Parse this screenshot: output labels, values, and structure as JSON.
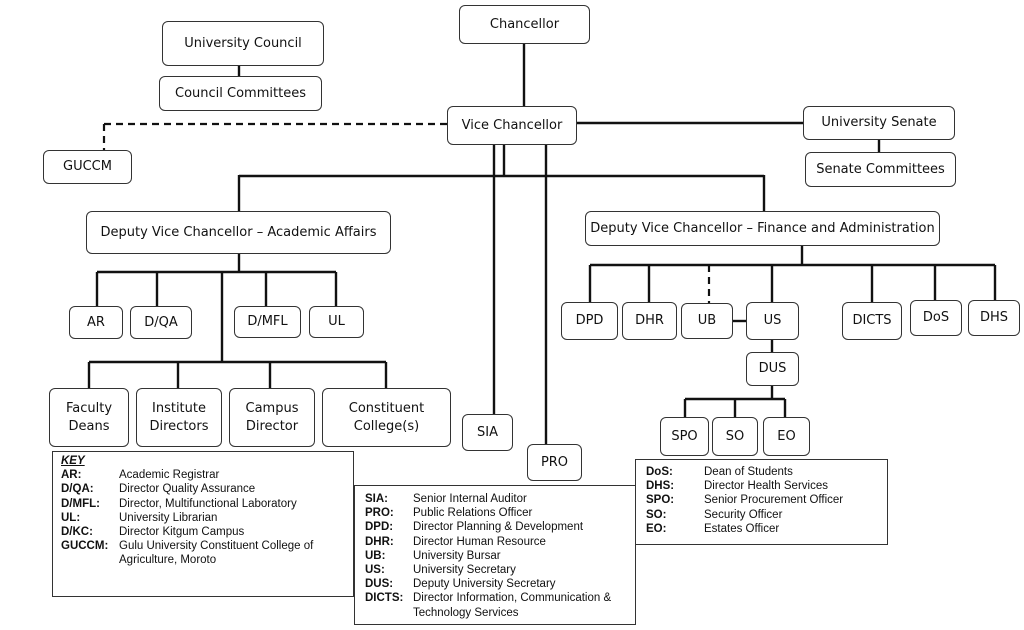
{
  "nodes": {
    "chancellor": "Chancellor",
    "university_council": "University Council",
    "council_committees": "Council Committees",
    "vice_chancellor": "Vice Chancellor",
    "university_senate": "University Senate",
    "senate_committees": "Senate Committees",
    "guccm": "GUCCM",
    "dvc_academic": "Deputy Vice Chancellor – Academic Affairs",
    "dvc_finance": "Deputy Vice Chancellor – Finance and Administration",
    "ar": "AR",
    "dqa": "D/QA",
    "dmfl": "D/MFL",
    "ul": "UL",
    "faculty_deans": "Faculty\nDeans",
    "institute_directors": "Institute\nDirectors",
    "campus_director": "Campus\nDirector",
    "constituent_colleges": "Constituent\nCollege(s)",
    "sia": "SIA",
    "pro": "PRO",
    "dpd": "DPD",
    "dhr": "DHR",
    "ub": "UB",
    "us": "US",
    "dicts": "DICTS",
    "dos": "DoS",
    "dhs": "DHS",
    "dus": "DUS",
    "spo": "SPO",
    "so": "SO",
    "eo": "EO"
  },
  "key": {
    "title": "KEY",
    "left": [
      {
        "abbr": "AR:",
        "desc": "Academic Registrar"
      },
      {
        "abbr": "D/QA:",
        "desc": "Director Quality Assurance"
      },
      {
        "abbr": "D/MFL:",
        "desc": "Director, Multifunctional Laboratory"
      },
      {
        "abbr": "UL:",
        "desc": "University Librarian"
      },
      {
        "abbr": "D/KC:",
        "desc": "Director Kitgum Campus"
      },
      {
        "abbr": "GUCCM:",
        "desc": "Gulu University Constituent College of Agriculture, Moroto"
      }
    ],
    "middle": [
      {
        "abbr": "SIA:",
        "desc": "Senior Internal Auditor"
      },
      {
        "abbr": "PRO:",
        "desc": "Public Relations Officer"
      },
      {
        "abbr": "DPD:",
        "desc": "Director Planning & Development"
      },
      {
        "abbr": "DHR:",
        "desc": "Director Human Resource"
      },
      {
        "abbr": "UB:",
        "desc": "University Bursar"
      },
      {
        "abbr": "US:",
        "desc": "University Secretary"
      },
      {
        "abbr": "DUS:",
        "desc": "Deputy University Secretary"
      },
      {
        "abbr": "DICTS:",
        "desc": "Director Information, Communication & Technology Services"
      }
    ],
    "right": [
      {
        "abbr": "DoS:",
        "desc": "Dean of Students"
      },
      {
        "abbr": "DHS:",
        "desc": "Director Health Services"
      },
      {
        "abbr": "SPO:",
        "desc": "Senior Procurement Officer"
      },
      {
        "abbr": "SO:",
        "desc": "Security Officer"
      },
      {
        "abbr": "EO:",
        "desc": "Estates Officer"
      }
    ]
  }
}
